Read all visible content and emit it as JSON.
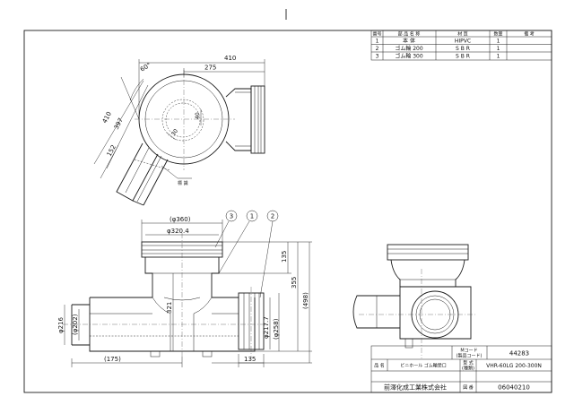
{
  "parts_table": {
    "headers": [
      "番号",
      "部 品 名 称",
      "材 質",
      "数量",
      "備 考"
    ],
    "rows": [
      [
        "1",
        "本 体",
        "HIPVC",
        "1",
        ""
      ],
      [
        "2",
        "ゴム輪 200",
        "S B R",
        "1",
        ""
      ],
      [
        "3",
        "ゴム輪 300",
        "S B R",
        "1",
        ""
      ]
    ]
  },
  "top_view": {
    "angle": "60°",
    "dims": [
      "410",
      "275",
      "410",
      "397",
      "152",
      "40",
      "30"
    ],
    "callout": "標 識"
  },
  "front_view": {
    "dims_top": [
      "(φ360)",
      "φ320.4"
    ],
    "balloons": [
      "3",
      "1",
      "2"
    ],
    "dims_right": [
      "135",
      "355",
      "(498)"
    ],
    "dims_inner": [
      "321",
      "φ217.7",
      "(φ258)"
    ],
    "dims_left": [
      "φ216",
      "(φ202)"
    ],
    "dims_bottom": [
      "(175)",
      "135"
    ]
  },
  "title_block": {
    "mcode_label": "Mコード\n(製品コード)",
    "mcode_value": "44283",
    "name_label": "品 名",
    "name_value": "ビニホール ゴム輪受口",
    "model_label": "型 式\n(種類)",
    "model_value": "VHR-60LG 200-300N",
    "company": "前澤化成工業株式会社",
    "drawing_no_label": "図 番",
    "drawing_no_value": "06040210"
  }
}
